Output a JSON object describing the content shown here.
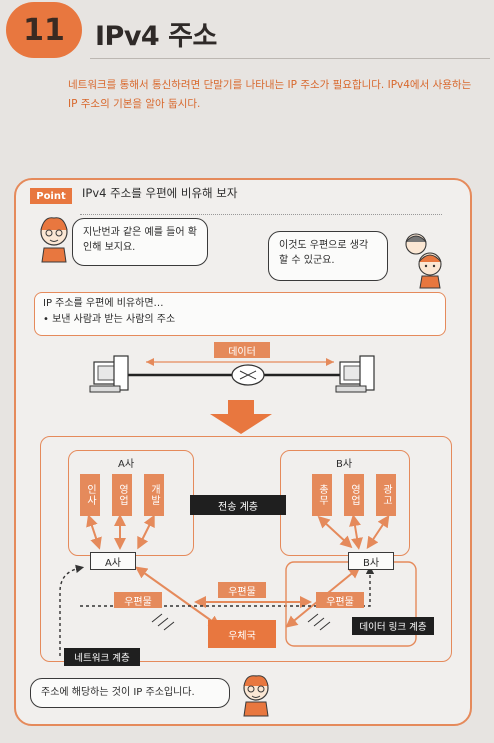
{
  "header": {
    "section_number": "11",
    "title": "IPv4 주소",
    "intro": "네트워크를 통해서 통신하려면 단말기를 나타내는 IP 주소가 필요합니다. IPv4에서 사용하는 IP 주소의 기본을 알아 둡시다."
  },
  "point": {
    "tag": "Point",
    "title": "IPv4 주소를 우편에 비유해 보자",
    "bubble_left": "지난번과 같은 예를 들어 확인해 보지요.",
    "bubble_right": "이것도 우편으로 생각할 수 있군요.",
    "analogy_line1": "IP 주소를 우편에 비유하면…",
    "analogy_line2": "• 보낸 사람과 받는 사람의 주소",
    "bottom_bubble": "주소에 해당하는 것이 IP 주소입니다."
  },
  "network": {
    "data_label": "데이터"
  },
  "diagram": {
    "company_a": "A사",
    "company_b": "B사",
    "company_a_depts": [
      "인사",
      "영업",
      "개발"
    ],
    "company_b_depts": [
      "총무",
      "영업",
      "광고"
    ],
    "node_a": "A사",
    "node_b": "B사",
    "transport_layer": "전송 계층",
    "mail_top": "우편물",
    "mail_left": "우편물",
    "mail_right": "우편물",
    "post_office": "우체국",
    "datalink_layer": "데이터 링크 계층",
    "network_layer": "네트워크 계층"
  },
  "colors": {
    "accent": "#e8773f",
    "accent_light": "#e58a5b",
    "dark_label": "#1f1f1f"
  }
}
